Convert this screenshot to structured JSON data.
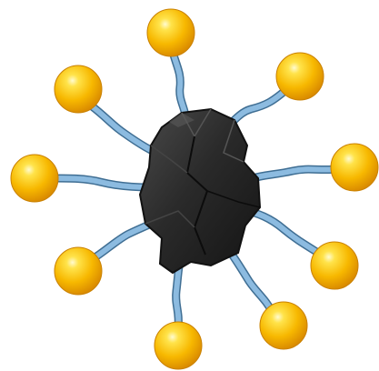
{
  "illustration": {
    "subject": "molecule",
    "core": {
      "shape": "irregular-rock",
      "color": "#2a2a2a"
    },
    "arm_color": "#86b4d8",
    "ball_color": "#f6b400",
    "ball_count": 9
  }
}
